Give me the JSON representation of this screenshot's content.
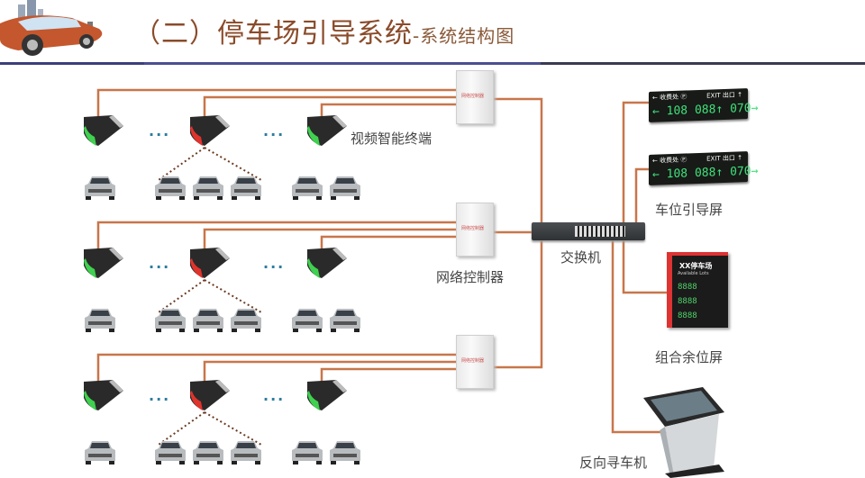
{
  "header": {
    "title": "（二）停车场引导系统",
    "subtitle": "-系统结构图",
    "accent_color": "#8a4b2a",
    "rule_color": "#3b3f7a"
  },
  "diagram": {
    "wire_color": "#c8764a",
    "labels": {
      "video_terminal": "视频智能终端",
      "network_controller": "网络控制器",
      "switch": "交换机",
      "guide_screen": "车位引导屏",
      "combined_screen": "组合余位屏",
      "reverse_finder": "反向寻车机"
    },
    "ellipsis": "···",
    "controller_tag": "网络控制器",
    "guide_screen": {
      "left_text": "← 收费处 Ⓟ",
      "right_text": "EXIT 出口 ↑",
      "readout": "← 108 088↑ 070→"
    },
    "combined_screen": {
      "title": "XX停车场",
      "subtitle": "Available Lots",
      "rows": [
        "8888",
        "8888",
        "8888"
      ]
    },
    "rows": [
      {
        "sensors": [
          "green",
          "red",
          "green"
        ],
        "cars": [
          1,
          3,
          2
        ]
      },
      {
        "sensors": [
          "green",
          "red",
          "green"
        ],
        "cars": [
          1,
          3,
          2
        ]
      },
      {
        "sensors": [
          "green",
          "red",
          "green"
        ],
        "cars": [
          1,
          3,
          2
        ]
      }
    ]
  }
}
